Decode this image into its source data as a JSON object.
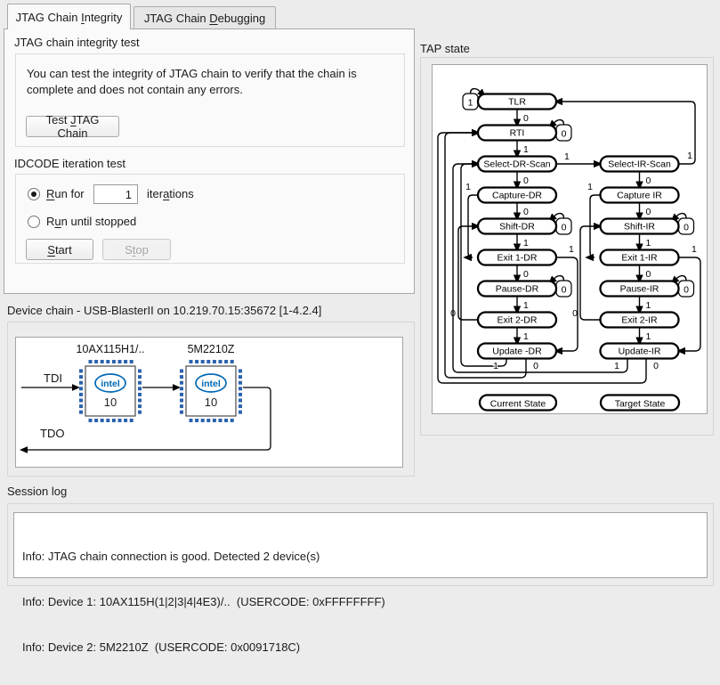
{
  "tabs": [
    {
      "pre": "JTAG Chain ",
      "accel": "I",
      "post": "ntegrity"
    },
    {
      "pre": "JTAG Chain ",
      "accel": "D",
      "post": "ebugging"
    }
  ],
  "integrity_group": {
    "title": "JTAG chain integrity test",
    "description_line1": "You can test the integrity of JTAG chain to verify that the chain is",
    "description_line2": "complete and does not contain any errors.",
    "test_button": {
      "pre": "Test ",
      "accel": "J",
      "post": "TAG Chain"
    }
  },
  "idcode_group": {
    "title": "IDCODE iteration test",
    "run_for": {
      "pre": "",
      "accel": "R",
      "post": "un for",
      "selected": true
    },
    "iterations_value": "1",
    "iterations_label": {
      "pre": "iter",
      "accel": "a",
      "post": "tions"
    },
    "run_until": {
      "pre": "R",
      "accel": "u",
      "post": "n until stopped",
      "selected": false
    },
    "start_button": {
      "pre": "",
      "accel": "S",
      "post": "tart",
      "enabled": true
    },
    "stop_button": {
      "pre": "S",
      "accel": "t",
      "post": "op",
      "enabled": false
    }
  },
  "device_chain": {
    "title": "Device chain - USB-BlasterII on 10.219.70.15:35672 [1-4.2.4]",
    "tdi_label": "TDI",
    "tdo_label": "TDO",
    "devices": [
      {
        "name": "10AX115H1/..",
        "logo_text": "intel",
        "marking": "10"
      },
      {
        "name": "5M2210Z",
        "logo_text": "intel",
        "marking": "10"
      }
    ],
    "pin_color": "#2b62ae",
    "logo_color": "#0068b5"
  },
  "tap_state": {
    "title": "TAP state",
    "states": [
      "TLR",
      "RTI",
      "Select-DR-Scan",
      "Select-IR-Scan",
      "Capture-DR",
      "Capture IR",
      "Shift-DR",
      "Shift-IR",
      "Exit 1-DR",
      "Exit 1-IR",
      "Pause-DR",
      "Pause-IR",
      "Exit 2-DR",
      "Exit 2-IR",
      "Update -DR",
      "Update-IR"
    ],
    "legend": [
      "Current State",
      "Target State"
    ],
    "self_loops": [
      {
        "state": "TLR",
        "label": "1"
      },
      {
        "state": "RTI",
        "label": "0"
      },
      {
        "state": "Shift-DR",
        "label": "0"
      },
      {
        "state": "Shift-IR",
        "label": "0"
      },
      {
        "state": "Pause-DR",
        "label": "0"
      },
      {
        "state": "Pause-IR",
        "label": "0"
      }
    ],
    "transitions": [
      {
        "from": "TLR",
        "to": "RTI",
        "label": "0"
      },
      {
        "from": "RTI",
        "to": "Select-DR-Scan",
        "label": "1"
      },
      {
        "from": "Select-DR-Scan",
        "to": "Capture-DR",
        "label": "0"
      },
      {
        "from": "Capture-DR",
        "to": "Shift-DR",
        "label": "0"
      },
      {
        "from": "Shift-DR",
        "to": "Exit 1-DR",
        "label": "1"
      },
      {
        "from": "Exit 1-DR",
        "to": "Pause-DR",
        "label": "0"
      },
      {
        "from": "Pause-DR",
        "to": "Exit 2-DR",
        "label": "1"
      },
      {
        "from": "Exit 2-DR",
        "to": "Update -DR",
        "label": "1"
      },
      {
        "from": "Select-IR-Scan",
        "to": "Capture IR",
        "label": "0"
      },
      {
        "from": "Capture IR",
        "to": "Shift-IR",
        "label": "0"
      },
      {
        "from": "Shift-IR",
        "to": "Exit 1-IR",
        "label": "1"
      },
      {
        "from": "Exit 1-IR",
        "to": "Pause-IR",
        "label": "0"
      },
      {
        "from": "Pause-IR",
        "to": "Exit 2-IR",
        "label": "1"
      },
      {
        "from": "Exit 2-IR",
        "to": "Update-IR",
        "label": "1"
      },
      {
        "from": "Select-DR-Scan",
        "to": "Select-IR-Scan",
        "label": "1"
      },
      {
        "from": "Select-IR-Scan",
        "to": "TLR",
        "label": "1"
      },
      {
        "from": "Capture-DR",
        "to": "Exit 1-DR",
        "label": "1"
      },
      {
        "from": "Exit 2-DR",
        "to": "Shift-DR",
        "label": "0"
      },
      {
        "from": "Capture IR",
        "to": "Exit 1-IR",
        "label": "1"
      },
      {
        "from": "Exit 2-IR",
        "to": "Shift-IR",
        "label": "0"
      },
      {
        "from": "Exit 1-DR",
        "to": "Update -DR",
        "label": "1"
      },
      {
        "from": "Exit 1-IR",
        "to": "Update-IR",
        "label": "1"
      },
      {
        "from": "Update -DR",
        "to": "Select-DR-Scan",
        "label": "1"
      },
      {
        "from": "Update -DR",
        "to": "RTI",
        "label": "0"
      },
      {
        "from": "Update-IR",
        "to": "Select-DR-Scan",
        "label": "1"
      },
      {
        "from": "Update-IR",
        "to": "RTI",
        "label": "0"
      }
    ]
  },
  "session_log": {
    "title": "Session log",
    "lines": [
      "Info: JTAG chain connection is good. Detected 2 device(s)",
      "Info: Device 1: 10AX115H(1|2|3|4|4E3)/..  (USERCODE: 0xFFFFFFFF)",
      "Info: Device 2: 5M2210Z  (USERCODE: 0x0091718C)"
    ]
  }
}
